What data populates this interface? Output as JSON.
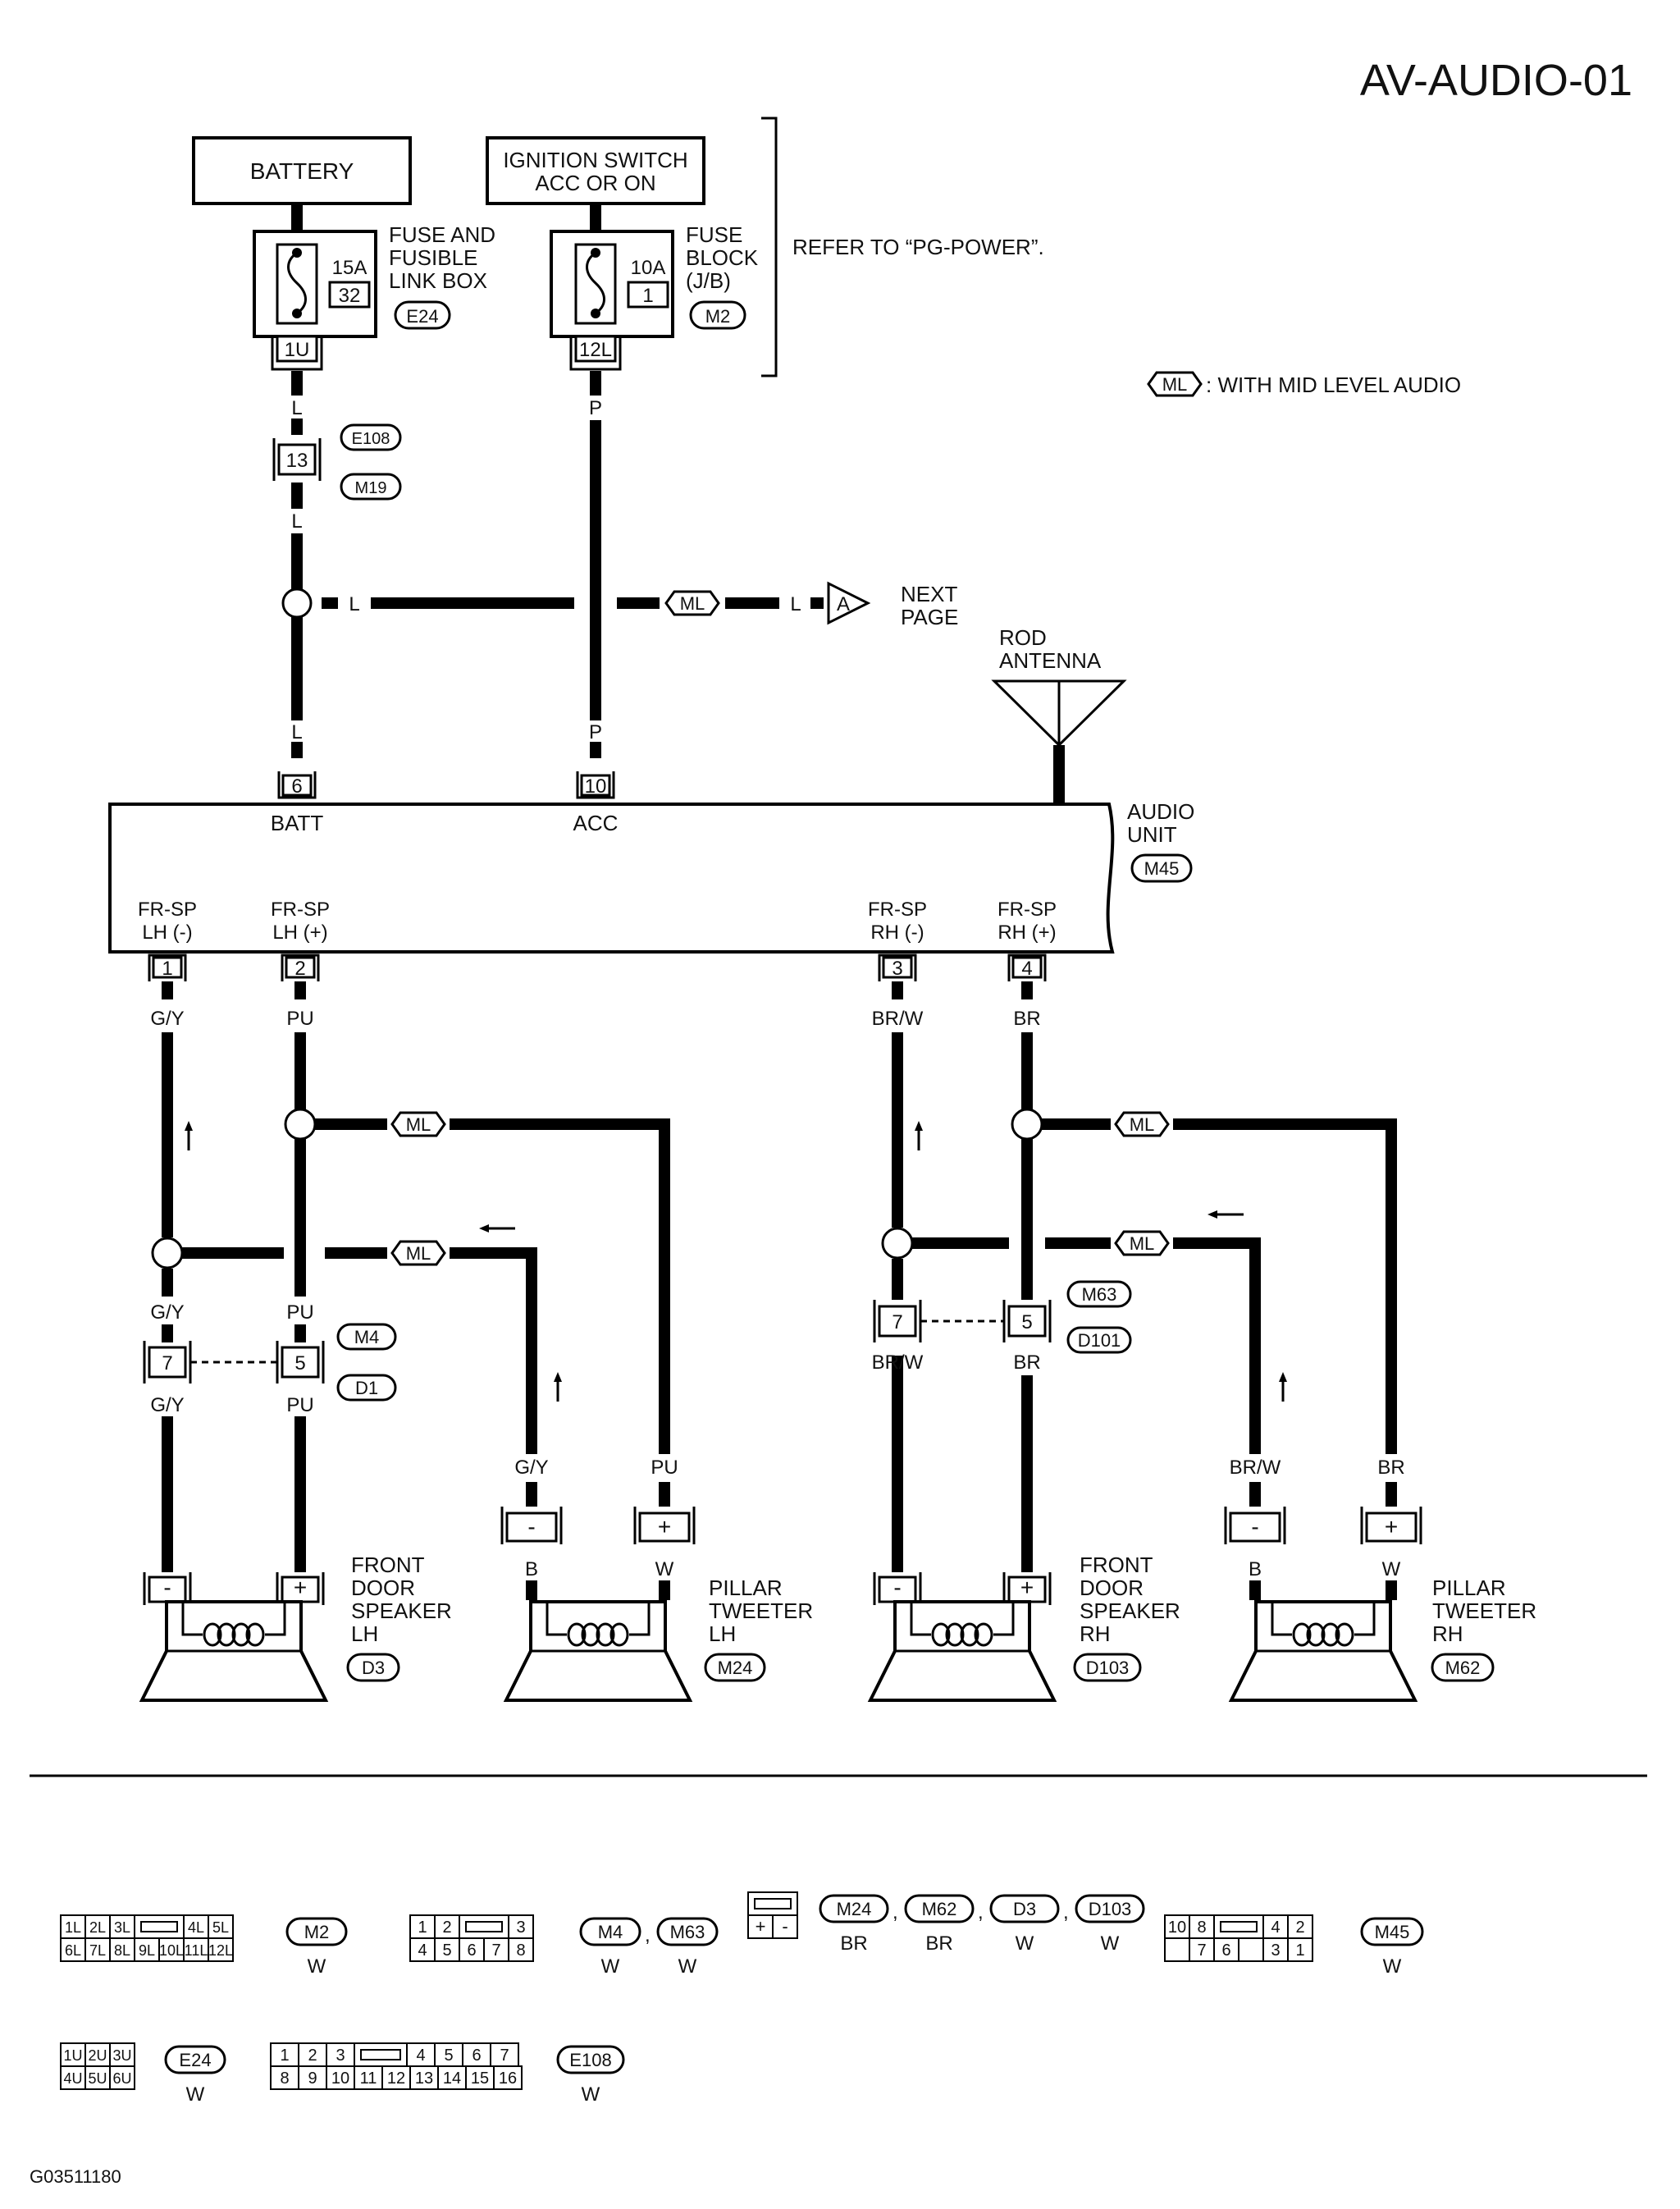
{
  "page": {
    "title": "AV-AUDIO-01",
    "figure_id": "G03511180"
  },
  "power": {
    "battery": "BATTERY",
    "ignition_line1": "IGNITION SWITCH",
    "ignition_line2": "ACC OR ON",
    "fuse1": {
      "amp": "15A",
      "num": "32",
      "name_lines": [
        "FUSE AND",
        "FUSIBLE",
        "LINK BOX"
      ],
      "conn": "E24",
      "term": "1U"
    },
    "fuse2": {
      "amp": "10A",
      "num": "1",
      "name_lines": [
        "FUSE",
        "BLOCK",
        "(J/B)"
      ],
      "conn": "M2",
      "term": "12L"
    },
    "refer": "REFER TO “PG-POWER”.",
    "ml_legend": ": WITH MID LEVEL AUDIO"
  },
  "wires": {
    "L": "L",
    "P": "P",
    "GY": "G/Y",
    "PU": "PU",
    "BRW": "BR/W",
    "BR": "BR",
    "B": "B",
    "W": "W"
  },
  "joint": {
    "term": "13",
    "conn1": "E108",
    "conn2": "M19"
  },
  "ml_tag": "ML",
  "next_page": {
    "marker": "A",
    "lines": [
      "NEXT",
      "PAGE"
    ]
  },
  "antenna": {
    "lines": [
      "ROD",
      "ANTENNA"
    ]
  },
  "audio_unit": {
    "name_lines": [
      "AUDIO",
      "UNIT"
    ],
    "conn": "M45",
    "top_terms": [
      {
        "term": "6",
        "label": "BATT"
      },
      {
        "term": "10",
        "label": "ACC"
      }
    ],
    "bottom_terms": [
      {
        "term": "1",
        "label1": "FR-SP",
        "label2": "LH (-)"
      },
      {
        "term": "2",
        "label1": "FR-SP",
        "label2": "LH (+)"
      },
      {
        "term": "3",
        "label1": "FR-SP",
        "label2": "RH (-)"
      },
      {
        "term": "4",
        "label1": "FR-SP",
        "label2": "RH (+)"
      }
    ]
  },
  "door_conn_left": {
    "t1": "7",
    "t2": "5",
    "conn1": "M4",
    "conn2": "D1"
  },
  "door_conn_right": {
    "t1": "7",
    "t2": "5",
    "conn1": "M63",
    "conn2": "D101"
  },
  "polarity": {
    "neg": "-",
    "pos": "+"
  },
  "speakers": [
    {
      "name_lines": [
        "FRONT",
        "DOOR",
        "SPEAKER",
        "LH"
      ],
      "conn": "D3"
    },
    {
      "name_lines": [
        "PILLAR",
        "TWEETER",
        "LH"
      ],
      "conn": "M24"
    },
    {
      "name_lines": [
        "FRONT",
        "DOOR",
        "SPEAKER",
        "RH"
      ],
      "conn": "D103"
    },
    {
      "name_lines": [
        "PILLAR",
        "TWEETER",
        "RH"
      ],
      "conn": "M62"
    }
  ],
  "connector_views": {
    "m2": {
      "row1": [
        "1L",
        "2L",
        "3L",
        "",
        "4L",
        "5L"
      ],
      "row2": [
        "6L",
        "7L",
        "8L",
        "9L",
        "10L",
        "11L",
        "12L"
      ],
      "codes": [
        "M2"
      ],
      "colors": [
        "W"
      ]
    },
    "m4": {
      "row1": [
        "1",
        "2",
        "",
        "3"
      ],
      "row2": [
        "4",
        "5",
        "6",
        "7",
        "8"
      ],
      "codes": [
        "M4",
        "M63"
      ],
      "colors": [
        "W",
        "W"
      ]
    },
    "two_pin": {
      "row2": [
        "+",
        "-"
      ],
      "codes": [
        "M24",
        "M62",
        "D3",
        "D103"
      ],
      "colors": [
        "BR",
        "BR",
        "W",
        "W"
      ]
    },
    "m45": {
      "row1": [
        "10",
        "8",
        "",
        "4",
        "2"
      ],
      "row2": [
        "",
        "7",
        "6",
        "",
        "3",
        "1"
      ],
      "codes": [
        "M45"
      ],
      "colors": [
        "W"
      ]
    },
    "e24": {
      "row1": [
        "1U",
        "2U",
        "3U"
      ],
      "row2": [
        "4U",
        "5U",
        "6U"
      ],
      "codes": [
        "E24"
      ],
      "colors": [
        "W"
      ]
    },
    "e108": {
      "row1": [
        "1",
        "2",
        "3",
        "",
        "4",
        "5",
        "6",
        "7"
      ],
      "row2": [
        "8",
        "9",
        "10",
        "11",
        "12",
        "13",
        "14",
        "15",
        "16"
      ],
      "codes": [
        "E108"
      ],
      "colors": [
        "W"
      ]
    }
  }
}
